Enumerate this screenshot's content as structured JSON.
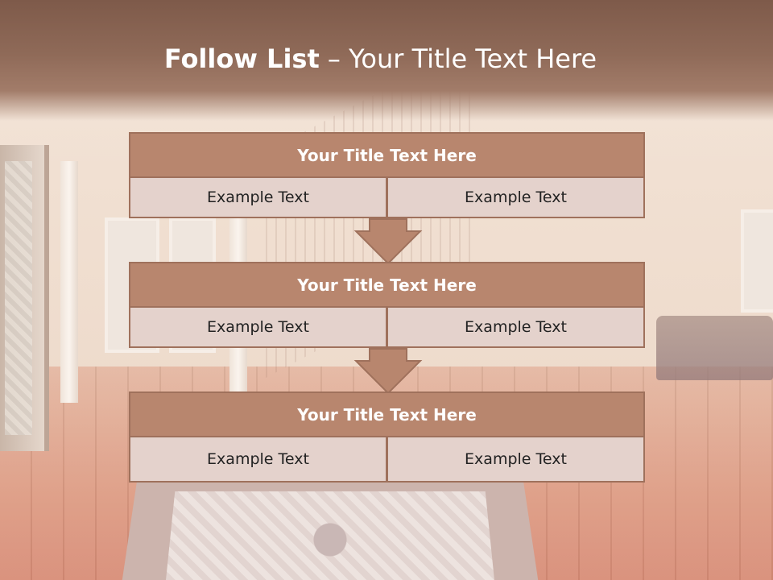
{
  "slide": {
    "title_bold": "Follow List",
    "title_rest": " – Your Title Text Here"
  },
  "blocks": [
    {
      "title": "Your Title Text Here",
      "left": "Example Text",
      "right": "Example Text"
    },
    {
      "title": "Your Title Text Here",
      "left": "Example Text",
      "right": "Example Text"
    },
    {
      "title": "Your Title Text Here",
      "left": "Example Text",
      "right": "Example Text"
    }
  ],
  "colors": {
    "header": "#8f6a58",
    "block_head": "#b8866e",
    "block_cell": "#e4d2cc",
    "border": "#9f715c",
    "arrow": "#b8866e"
  },
  "icons": [
    "down-arrow-icon"
  ]
}
